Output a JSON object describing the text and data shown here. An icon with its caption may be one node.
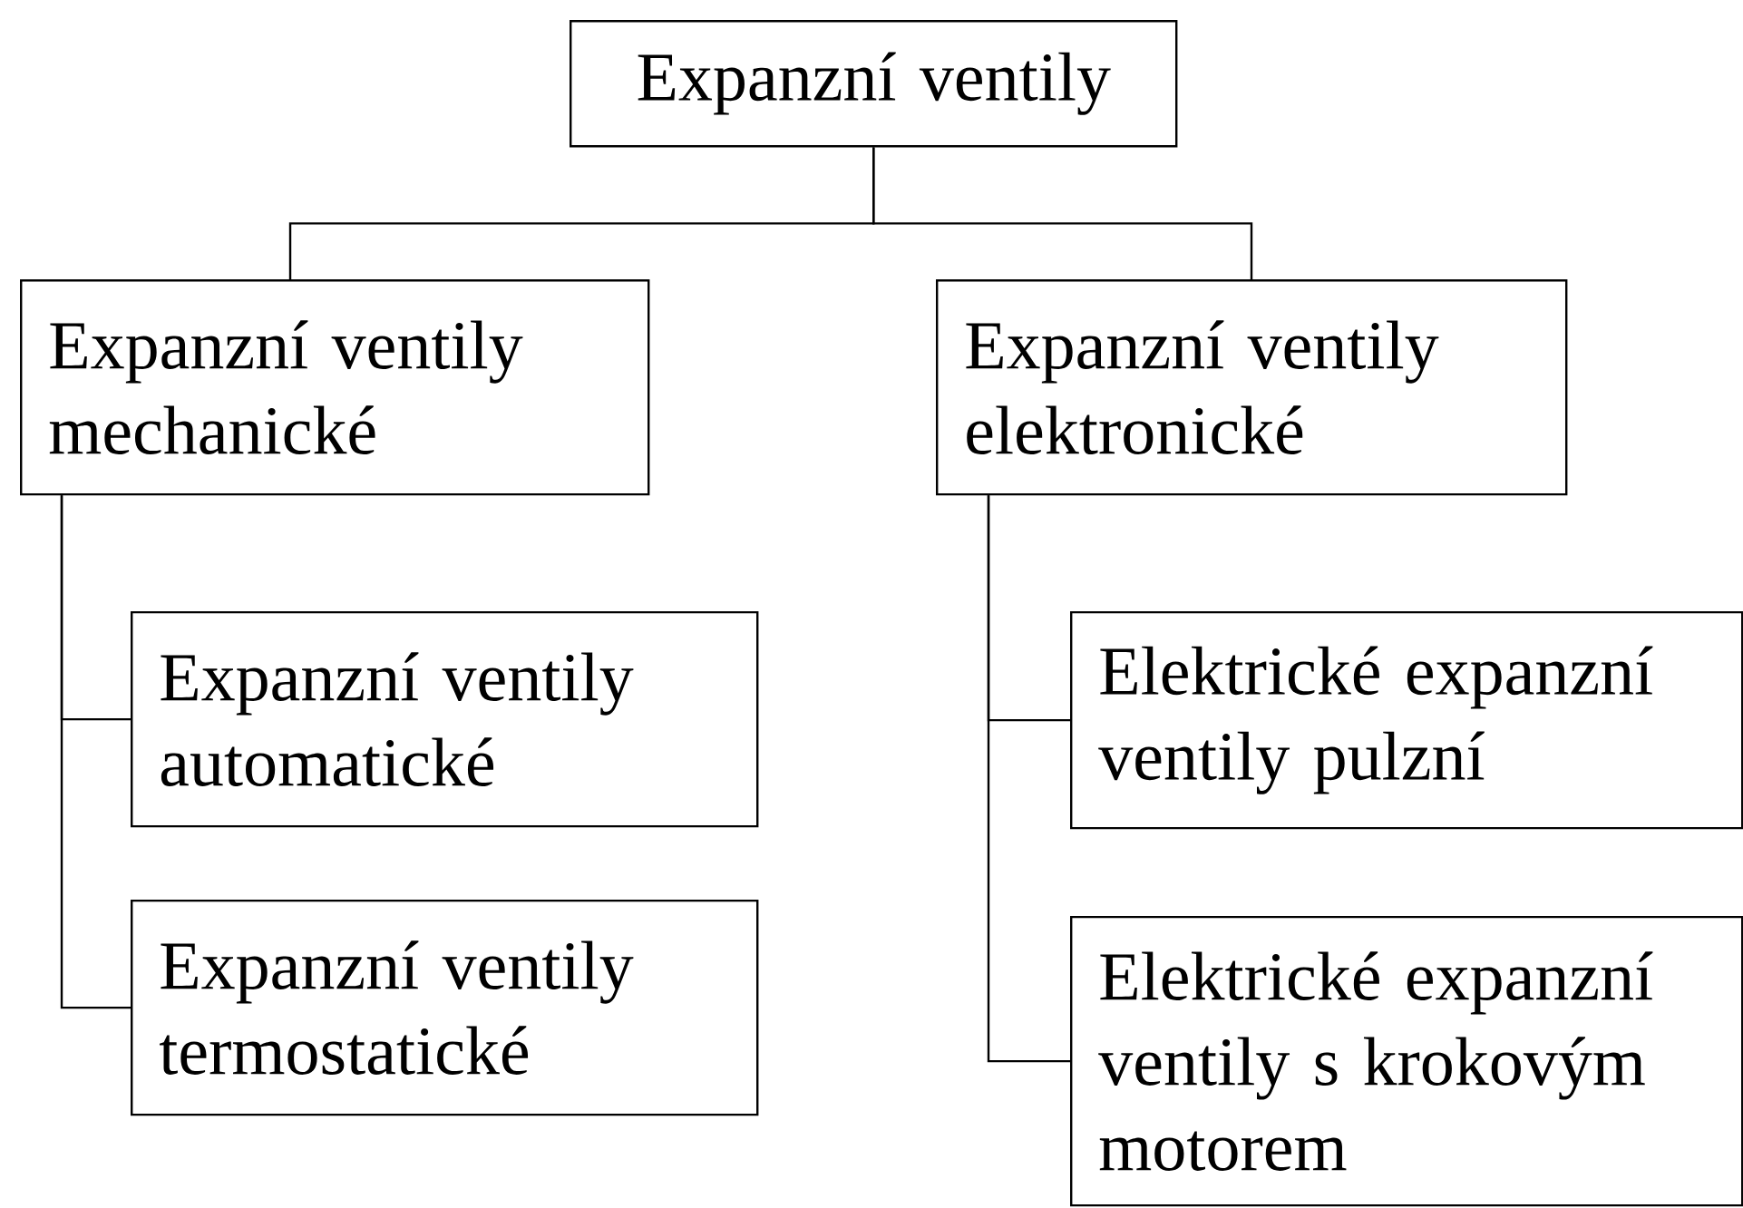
{
  "diagram": {
    "nodes": [
      {
        "text": [
          "Expanzní ventily"
        ]
      },
      {
        "text": [
          "Expanzní ventily mechanické"
        ]
      },
      {
        "text": [
          "Expanzní ventily elektronické"
        ]
      },
      {
        "text": [
          "Expanzní ventily automatické"
        ]
      },
      {
        "text": [
          "Expanzní ventily termostatické"
        ]
      },
      {
        "text": [
          "Elektrické expanzní ventily pulzní"
        ]
      },
      {
        "text": [
          "Elektrické expanzní ventily s krokovým motorem"
        ]
      }
    ],
    "edges": [
      {
        "from": 0,
        "to": 1,
        "arrow": "none"
      },
      {
        "from": 0,
        "to": 2,
        "arrow": "none"
      },
      {
        "from": 1,
        "to": 3,
        "arrow": "none"
      },
      {
        "from": 1,
        "to": 4,
        "arrow": "none"
      },
      {
        "from": 2,
        "to": 5,
        "arrow": "none"
      },
      {
        "from": 2,
        "to": 6,
        "arrow": "none"
      }
    ]
  }
}
